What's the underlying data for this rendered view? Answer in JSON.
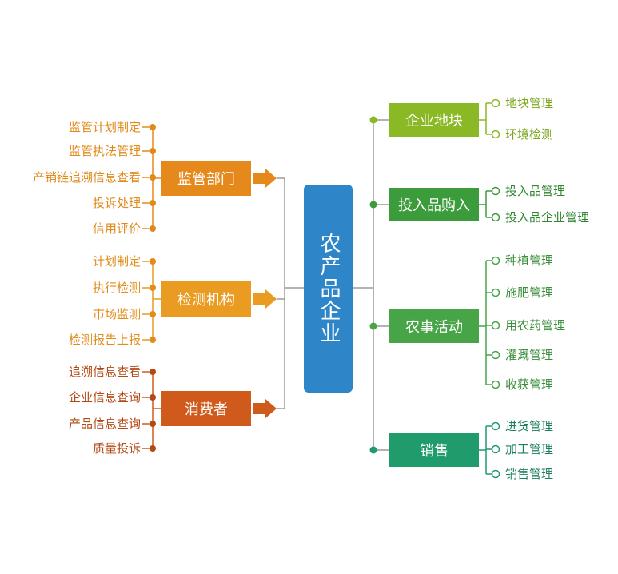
{
  "center": {
    "label": "农产品企业"
  },
  "left_groups": [
    {
      "label": "监管部门",
      "color": "#e6891d",
      "text_color": "#e08a1c",
      "items": [
        "监管计划制定",
        "监管执法管理",
        "产销链追溯信息查看",
        "投诉处理",
        "信用评价"
      ]
    },
    {
      "label": "检测机构",
      "color": "#e99b22",
      "text_color": "#e28c1c",
      "items": [
        "计划制定",
        "执行检测",
        "市场监测",
        "检测报告上报"
      ]
    },
    {
      "label": "消费者",
      "color": "#cf5a1c",
      "text_color": "#b34a16",
      "items": [
        "追溯信息查看",
        "企业信息查询",
        "产品信息查询",
        "质量投诉"
      ]
    }
  ],
  "right_groups": [
    {
      "label": "企业地块",
      "color": "#8bb926",
      "text_color": "#7aa51c",
      "items": [
        "地块管理",
        "环境检测"
      ]
    },
    {
      "label": "投入品购入",
      "color": "#3c9b3a",
      "text_color": "#2f8530",
      "items": [
        "投入品管理",
        "投入品企业管理"
      ]
    },
    {
      "label": "农事活动",
      "color": "#47a548",
      "text_color": "#3b8f3c",
      "items": [
        "种植管理",
        "施肥管理",
        "用农药管理",
        "灌溉管理",
        "收获管理"
      ]
    },
    {
      "label": "销售",
      "color": "#1f9b6c",
      "text_color": "#1d7f5a",
      "items": [
        "进货管理",
        "加工管理",
        "销售管理"
      ]
    }
  ]
}
